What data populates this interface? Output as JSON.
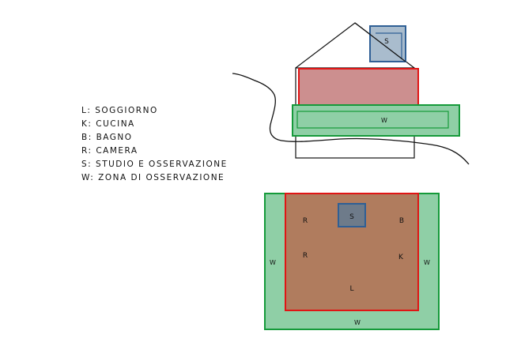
{
  "legend": [
    "L: SOGGIORNO",
    "K: CUCINA",
    "B: BAGNO",
    "R: CAMERA",
    "S: STUDIO E OSSERVAZIONE",
    "W: ZONA DI OSSERVAZIONE"
  ],
  "section": {
    "s_label": "S",
    "w_label": "W"
  },
  "plan": {
    "s_label": "S",
    "r1_label": "R",
    "b_label": "B",
    "r2_label": "R",
    "k_label": "K",
    "l_label": "L",
    "w_left_label": "W",
    "w_right_label": "W",
    "w_bottom_label": "W"
  },
  "colors": {
    "red_outline": "#e01515",
    "green_outline": "#159a3a",
    "green_fill": "#8fcfa6",
    "blue_outline": "#2f5f95",
    "blue_fill": "#a9bccd",
    "pink_fill": "#cc8f8f",
    "brown_fill": "#b07c5e",
    "dark_square": "#6e7b8a"
  }
}
